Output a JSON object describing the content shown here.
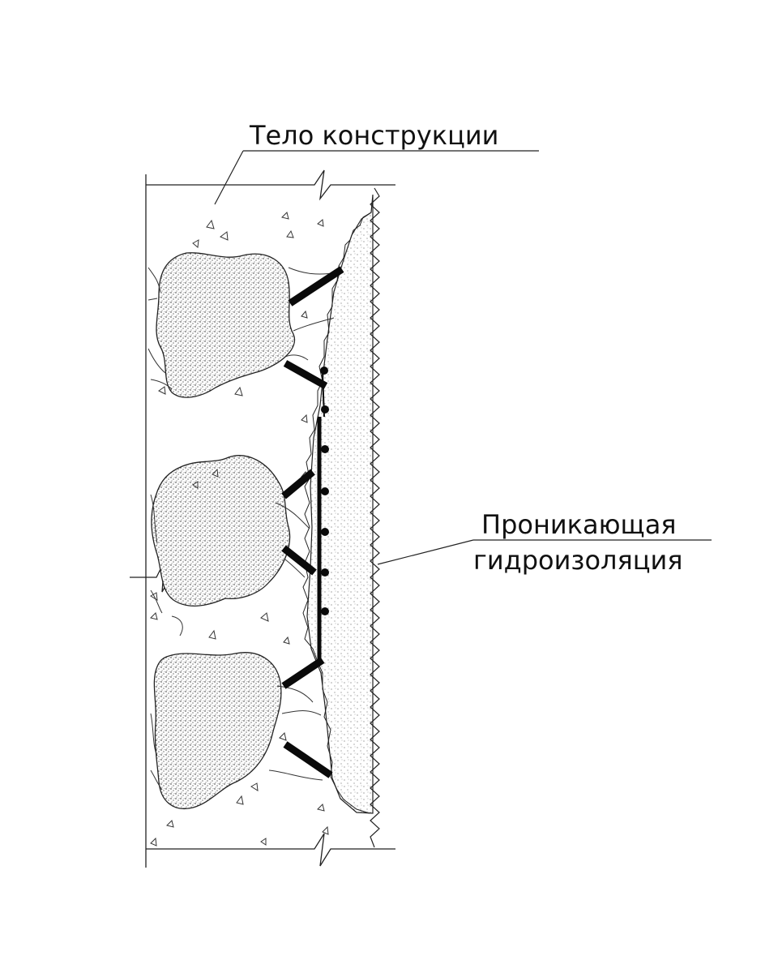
{
  "labels": {
    "structure_body": "Тело конструкции",
    "penetrating_waterproofing_line1": "Проникающая",
    "penetrating_waterproofing_line2": "гидроизоляция"
  },
  "colors": {
    "ink": "#111111",
    "background": "#ffffff"
  }
}
